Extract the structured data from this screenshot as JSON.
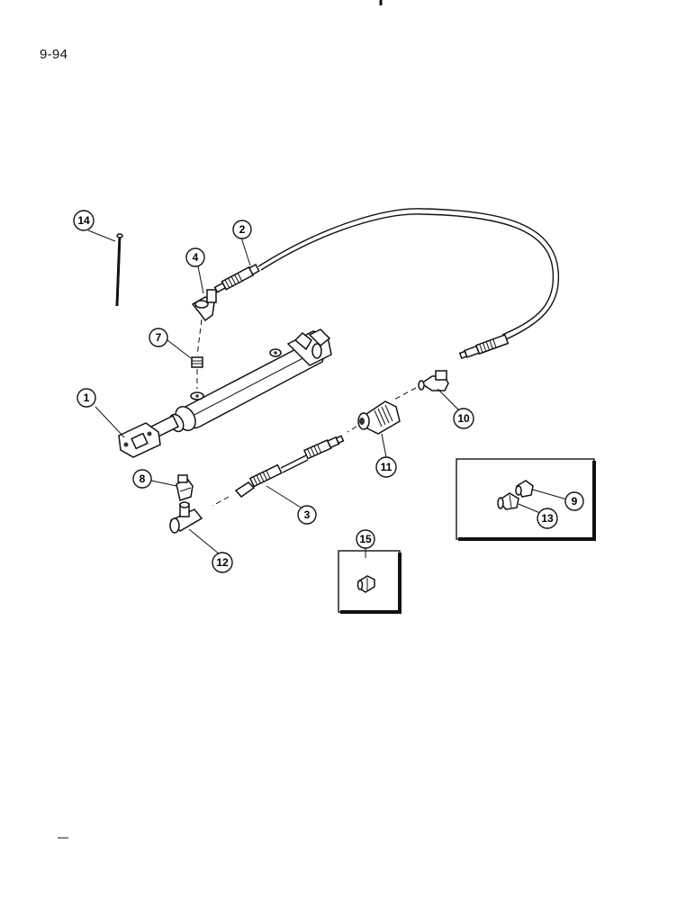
{
  "page_number": "9-94",
  "callouts": {
    "c1": "1",
    "c2": "2",
    "c3": "3",
    "c4": "4",
    "c7": "7",
    "c8": "8",
    "c9": "9",
    "c10": "10",
    "c11": "11",
    "c12": "12",
    "c13": "13",
    "c14": "14",
    "c15": "15"
  }
}
